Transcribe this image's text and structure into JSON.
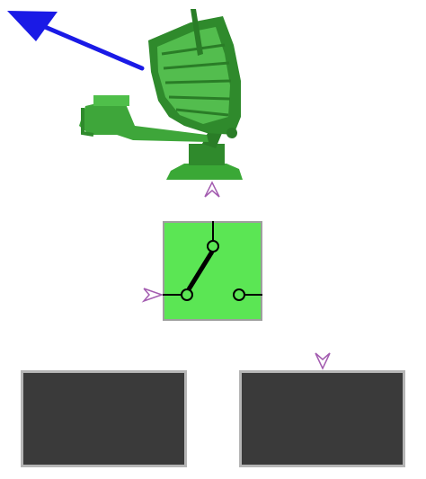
{
  "diagram": {
    "components": [
      {
        "name": "radar-antenna",
        "kind": "image",
        "icon": "radar-dish-icon",
        "color": "#2f8a2c"
      },
      {
        "name": "direction-arrow",
        "kind": "arrow",
        "icon": "arrow-icon",
        "color": "#1a1ae6"
      },
      {
        "name": "switch",
        "kind": "spdt-switch",
        "icon": "switch-icon",
        "fill": "#5be654"
      },
      {
        "name": "display-left",
        "kind": "display",
        "fill": "#3a3a3a"
      },
      {
        "name": "display-right",
        "kind": "display",
        "fill": "#3a3a3a"
      }
    ],
    "ports": [
      {
        "name": "radar-output-port",
        "icon": "port-marker-icon",
        "color": "#a35cb0"
      },
      {
        "name": "switch-input-port",
        "icon": "port-marker-icon",
        "color": "#a35cb0"
      },
      {
        "name": "display-right-input-port",
        "icon": "port-marker-icon",
        "color": "#a35cb0"
      }
    ]
  }
}
